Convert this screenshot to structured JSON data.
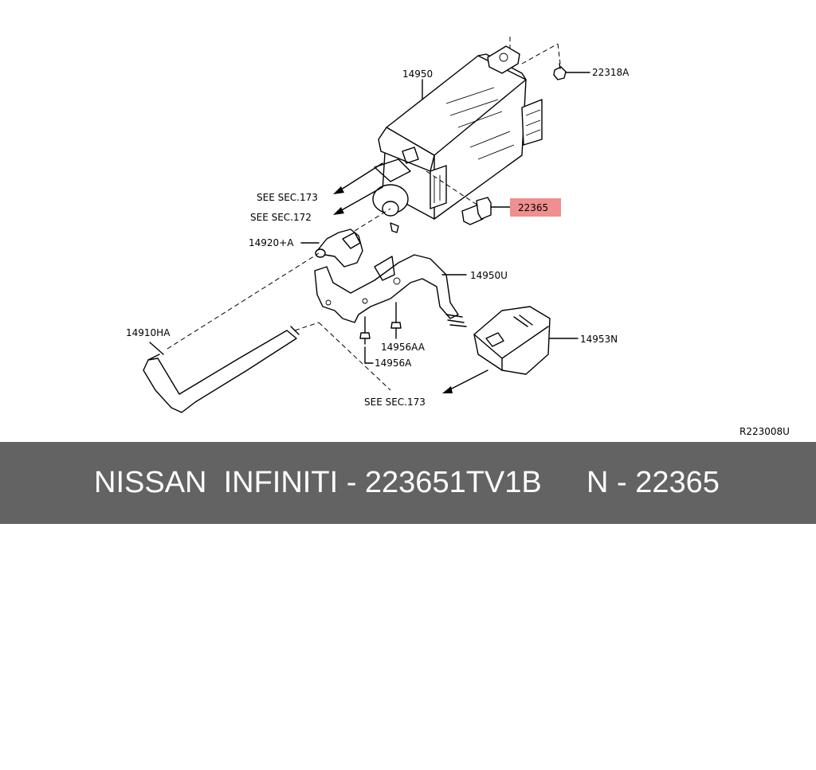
{
  "diagram": {
    "labels": {
      "p14950": "14950",
      "p22318A": "22318A",
      "seeSec173a": "SEE SEC.173",
      "seeSec172": "SEE SEC.172",
      "p22365": "22365",
      "p14920A": "14920+A",
      "p14950U": "14950U",
      "p14910HA": "14910HA",
      "p14956AA": "14956AA",
      "p14953N": "14953N",
      "p14956A": "14956A",
      "seeSec173b": "SEE SEC.173",
      "ref": "R223008U"
    },
    "highlight_color": "#f08f8f"
  },
  "footer": {
    "brand": "NISSAN  INFINITI - 223651TV1B",
    "part": "N - 22365",
    "background": "#636363"
  }
}
